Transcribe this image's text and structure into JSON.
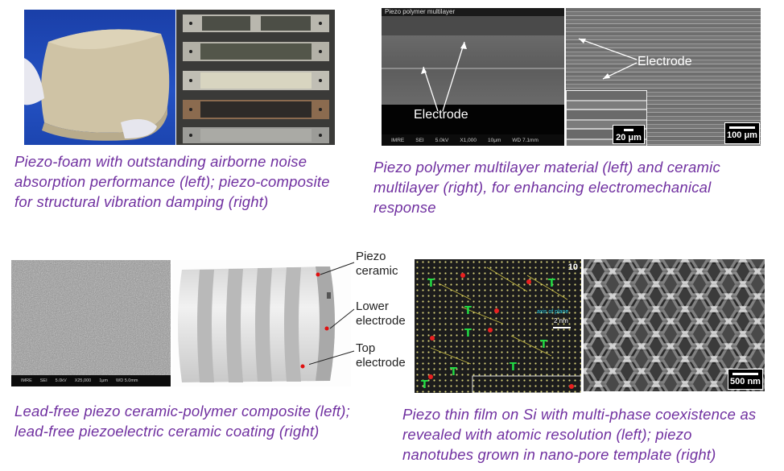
{
  "panels": {
    "top_left": {
      "caption": [
        "Piezo-foam with outstanding airborne noise",
        "absorption performance (left); piezo-composite",
        "for structural vibration damping (right)"
      ]
    },
    "top_right": {
      "sem_left_header": "Piezo polymer multilayer",
      "sem_left_label": "Electrode",
      "sem_left_footer": [
        "IMRE",
        "SEI",
        "5.0kV",
        "X1,000",
        "10μm",
        "WD 7.1mm"
      ],
      "sem_right_label": "Electrode",
      "inset_scale": "20 μm",
      "main_scale": "100 μm",
      "caption": [
        "Piezo polymer multilayer material (left) and ceramic",
        "multilayer (right), for enhancing electromechanical",
        "response"
      ]
    },
    "bottom_left": {
      "sem_footer": [
        "IMRE",
        "SEI",
        "5.0kV",
        "X25,000",
        "1μm",
        "WD 5.0mm"
      ],
      "labels": {
        "piezo_ceramic": [
          "Piezo",
          "ceramic"
        ],
        "lower_electrode": [
          "Lower",
          "electrode"
        ],
        "top_electrode": [
          "Top",
          "electrode"
        ]
      },
      "caption": [
        "Lead-free piezo ceramic-polymer composite (left);",
        "lead-free piezoelectric ceramic coating (right)"
      ]
    },
    "bottom_right": {
      "panel_letter": "10",
      "scale_label": "2 nm",
      "axis_annotation": "axis of plane",
      "nanotube_scale": "500 nm",
      "caption": [
        "Piezo thin film on Si with multi-phase coexistence as",
        "revealed with atomic resolution (left); piezo",
        "nanotubes grown in nano-pore template (right)"
      ]
    }
  },
  "colors": {
    "caption": "#7030a0",
    "dot_marker": "#e01010"
  }
}
